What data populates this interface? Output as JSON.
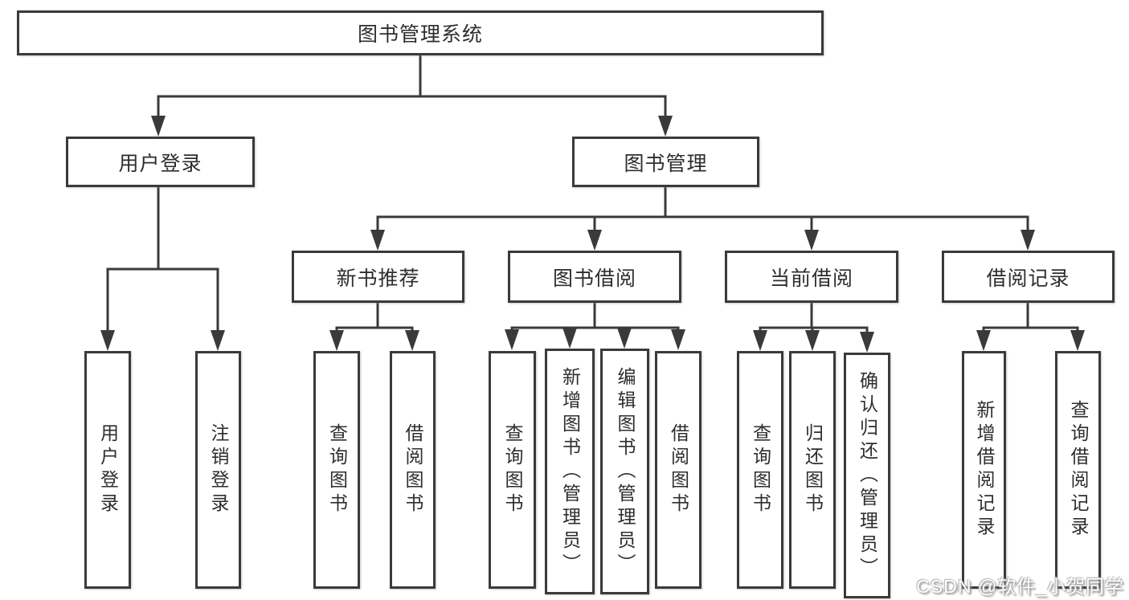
{
  "diagram": {
    "root": {
      "label": "图书管理系统"
    },
    "branches": [
      {
        "label": "用户登录",
        "children": [
          {
            "label": "用户登录"
          },
          {
            "label": "注销登录"
          }
        ]
      },
      {
        "label": "图书管理",
        "children": [
          {
            "label": "新书推荐",
            "children": [
              {
                "label": "查询图书"
              },
              {
                "label": "借阅图书"
              }
            ]
          },
          {
            "label": "图书借阅",
            "children": [
              {
                "label": "查询图书"
              },
              {
                "label": "新增图书（管理员）"
              },
              {
                "label": "编辑图书（管理员）"
              },
              {
                "label": "借阅图书"
              }
            ]
          },
          {
            "label": "当前借阅",
            "children": [
              {
                "label": "查询图书"
              },
              {
                "label": "归还图书"
              },
              {
                "label": "确认归还（管理员）"
              }
            ]
          },
          {
            "label": "借阅记录",
            "children": [
              {
                "label": "新增借阅记录"
              },
              {
                "label": "查询借阅记录"
              }
            ]
          }
        ]
      }
    ],
    "watermark": "CSDN @软件_小贺同学",
    "colors": {
      "line": "#3a3a3a",
      "box_border": "#3a3a3a",
      "text": "#2e2e2e",
      "background": "#ffffff",
      "watermark_fill": "#ffffff",
      "watermark_shadow": "#8f8f8f"
    }
  }
}
